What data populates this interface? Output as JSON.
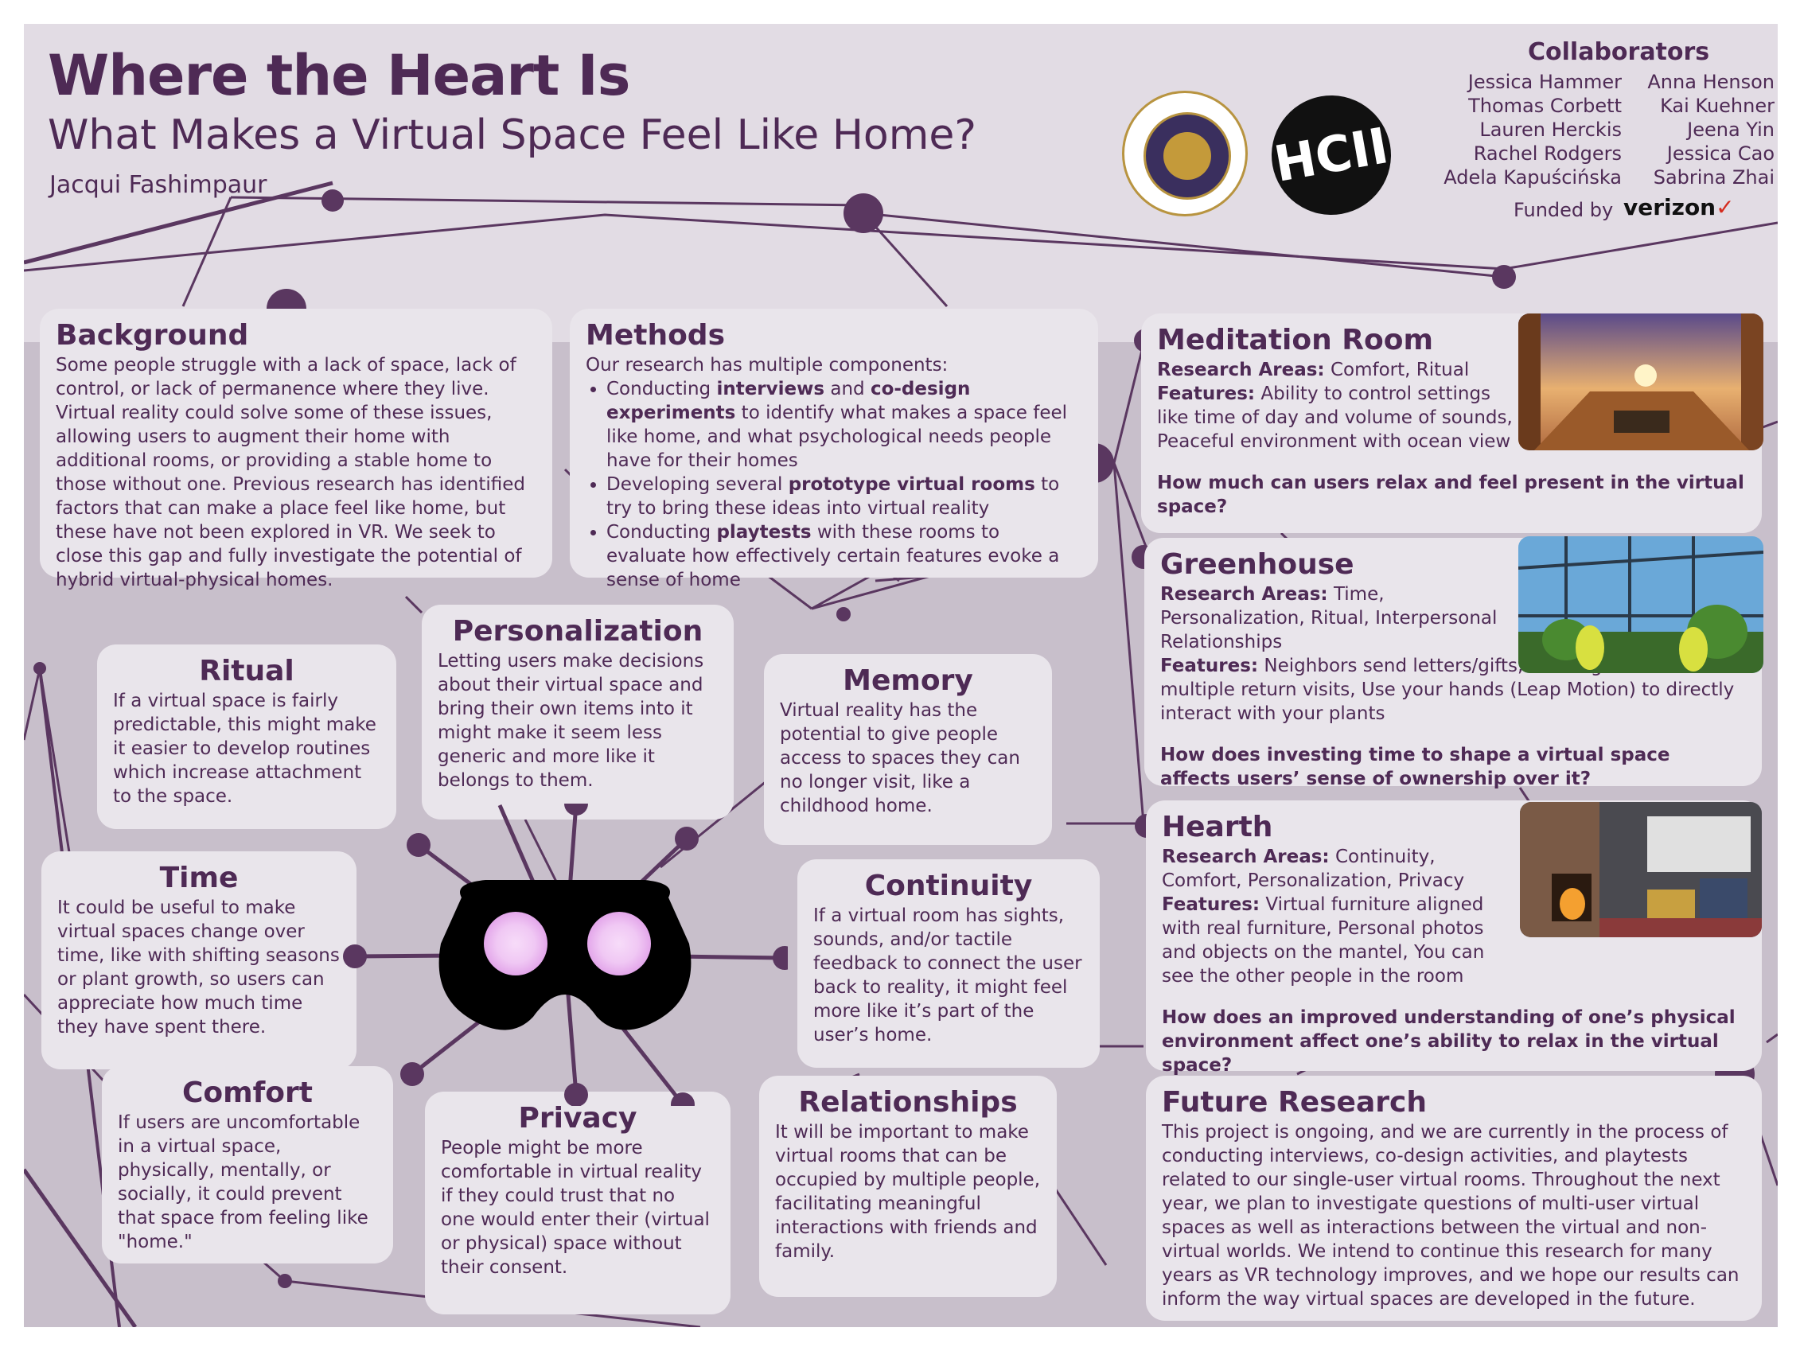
{
  "header": {
    "title": "Where the Heart Is",
    "subtitle": "What Makes a Virtual Space Feel Like Home?",
    "author": "Jacqui Fashimpaur"
  },
  "collaborators": {
    "title": "Collaborators",
    "left": [
      "Jessica Hammer",
      "Thomas Corbett",
      "Lauren Herckis",
      "Rachel Rodgers",
      "Adela Kapuścińska"
    ],
    "right": [
      "Anna Henson",
      "Kai Kuehner",
      "Jeena Yin",
      "Jessica Cao",
      "Sabrina Zhai"
    ],
    "funded_by": "Funded by",
    "sponsor": "verizon"
  },
  "logos": {
    "cmu": "CMU seal",
    "hci": "HCII"
  },
  "background": {
    "title": "Background",
    "text": "Some people struggle with a lack of space, lack of control, or lack of permanence where they live. Virtual reality could solve some of these issues, allowing users to augment their home with additional rooms, or providing a stable home to those without one. Previous research has identified factors that can make a place feel like home, but these have not been explored in VR. We seek to close this gap and fully investigate the potential of hybrid virtual-physical homes."
  },
  "methods": {
    "title": "Methods",
    "intro": "Our research has multiple components:",
    "b1_pre": "Conducting ",
    "b1_k1": "interviews",
    "b1_mid": " and ",
    "b1_k2": "co-design experiments",
    "b1_post": " to identify what makes a space feel like home, and what psychological needs people have for their homes",
    "b2_pre": "Developing several ",
    "b2_k": "prototype virtual rooms",
    "b2_post": " to try to bring these ideas into virtual reality",
    "b3_pre": "Conducting ",
    "b3_k": "playtests",
    "b3_post": " with these rooms to evaluate how effectively certain features evoke a sense of home"
  },
  "factors": {
    "ritual": {
      "title": "Ritual",
      "text": "If a virtual space is fairly predictable, this might make it easier to develop routines which increase attachment to the space."
    },
    "personalization": {
      "title": "Personalization",
      "text": "Letting users make decisions about their virtual space and bring their own items into it might make it seem less generic and more like it belongs to them."
    },
    "memory": {
      "title": "Memory",
      "text": "Virtual reality has the potential to give people access to spaces they can no longer visit, like a childhood home."
    },
    "time": {
      "title": "Time",
      "text": "It could be useful to make virtual spaces change over time, like with shifting seasons or plant growth, so users can appreciate how much time they have spent there."
    },
    "continuity": {
      "title": "Continuity",
      "text": "If a virtual room has sights, sounds, and/or tactile feedback to connect the user back to reality, it might feel more like it’s part of the user’s home."
    },
    "comfort": {
      "title": "Comfort",
      "text": "If users are uncomfortable in a virtual space, physically, mentally, or socially, it could prevent that space from feeling like \"home.\""
    },
    "privacy": {
      "title": "Privacy",
      "text": "People might be more comfortable in virtual reality if they could trust that no one would enter their (virtual or physical) space without their consent."
    },
    "relationships": {
      "title": "Relationships",
      "text": "It will be important to make virtual rooms that can be occupied by multiple people, facilitating meaningful interactions with friends and family."
    }
  },
  "rooms": {
    "areas_label": "Research Areas:",
    "features_label": "Features:",
    "meditation": {
      "title": "Meditation Room",
      "areas": " Comfort, Ritual",
      "features": " Ability to control settings like time of day and volume of sounds, Peaceful environment with ocean view",
      "question": "How much can users relax and feel present in the virtual space?"
    },
    "greenhouse": {
      "title": "Greenhouse",
      "areas": " Time, Personalization, Ritual, Interpersonal Relationships",
      "features": " Neighbors send letters/gifts, Plants grow over multiple return visits, Use your hands (Leap Motion) to directly interact with your plants",
      "question": "How does investing time to shape a virtual space affects users’ sense of ownership over it?"
    },
    "hearth": {
      "title": "Hearth",
      "areas": " Continuity, Comfort, Personalization, Privacy",
      "features": " Virtual furniture aligned with real furniture, Personal photos and objects on the mantel, You can see the other people in the room",
      "question": "How does an improved understanding of one’s physical environment affect one’s ability to relax in the virtual space?"
    }
  },
  "future": {
    "title": "Future Research",
    "text": "This project is ongoing, and we are currently in the process of conducting interviews, co-design activities, and playtests related to our single-user virtual rooms. Throughout the next year, we plan to investigate questions of multi-user virtual spaces as well as interactions between the virtual and non-virtual worlds. We intend to continue this research for many years as VR technology improves, and we hope our results can inform the way virtual spaces are developed in the future."
  },
  "colors": {
    "accent": "#4e2a55",
    "background": "#c8bfcb",
    "card": "#e9e5eb",
    "header_band": "#e2dce4",
    "lens": "#f0c8f4"
  }
}
